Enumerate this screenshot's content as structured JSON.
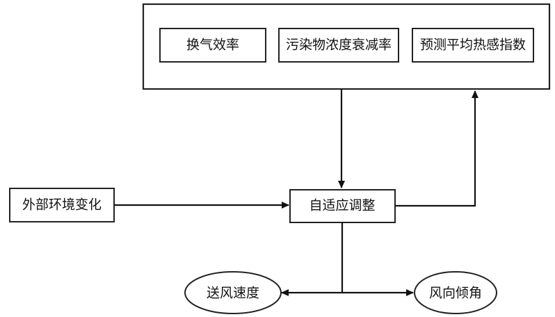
{
  "diagram": {
    "metrics": [
      "换气效率",
      "污染物浓度衰减率",
      "预测平均热感指数"
    ],
    "input": "外部环境变化",
    "controller": "自适应调整",
    "outputs": {
      "left": "送风速度",
      "right": "风向倾角"
    },
    "colors": {
      "stroke": "#222222",
      "text": "#111111",
      "background": "#ffffff"
    }
  }
}
